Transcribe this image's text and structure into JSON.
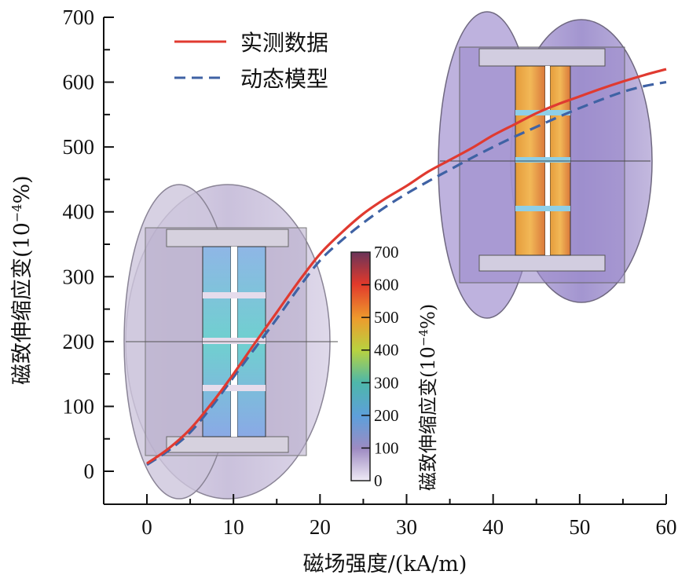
{
  "chart_data": {
    "type": "line",
    "title": "",
    "xlabel": "磁场强度/(kA/m)",
    "ylabel": "磁致伸缩应变(10⁻⁴%)",
    "xlim": [
      -5,
      60
    ],
    "ylim": [
      -50,
      700
    ],
    "x_ticks": [
      0,
      10,
      20,
      30,
      40,
      50,
      60
    ],
    "y_ticks": [
      0,
      100,
      200,
      300,
      400,
      500,
      600,
      700
    ],
    "grid": false,
    "legend_position": "upper left",
    "x": [
      0,
      2.5,
      5,
      7.5,
      10,
      12.5,
      15,
      17.5,
      20,
      22.5,
      25,
      27.5,
      30,
      32.5,
      35,
      37.5,
      40,
      42.5,
      45,
      47.5,
      50,
      52.5,
      55,
      57.5,
      60
    ],
    "series": [
      {
        "name": "实测数据",
        "color": "#e03a30",
        "style": "solid",
        "values": [
          12,
          35,
          65,
          105,
          150,
          198,
          245,
          292,
          335,
          368,
          397,
          420,
          440,
          462,
          480,
          498,
          518,
          535,
          552,
          566,
          578,
          590,
          601,
          611,
          620
        ]
      },
      {
        "name": "动态模型",
        "color": "#3f62a4",
        "style": "dashed",
        "values": [
          10,
          32,
          60,
          100,
          145,
          190,
          235,
          282,
          325,
          356,
          383,
          407,
          428,
          447,
          465,
          483,
          500,
          516,
          531,
          546,
          560,
          573,
          585,
          594,
          600
        ]
      }
    ],
    "colorbar": {
      "title": "磁致伸缩应变(10⁻⁴%)",
      "ticks": [
        0,
        100,
        200,
        300,
        400,
        500,
        600,
        700
      ],
      "colors": [
        "#ece7f4",
        "#9a8ac0",
        "#5aa8dc",
        "#4fb7a8",
        "#b9d442",
        "#ef9a2c",
        "#e33a2a",
        "#6a3358"
      ]
    },
    "insets": [
      {
        "label": "low-field-coil-model",
        "description": "磁致伸缩 cylinder model, low strain (blue/cyan)"
      },
      {
        "label": "high-field-coil-model",
        "description": "磁致伸缩 cylinder model, high strain (orange/red)"
      }
    ]
  },
  "legend": {
    "items": [
      {
        "label": "实测数据",
        "color": "#e03a30",
        "style": "solid"
      },
      {
        "label": "动态模型",
        "color": "#3f62a4",
        "style": "dashed"
      }
    ]
  },
  "axes": {
    "xlabel": "磁场强度/(kA/m)",
    "ylabel": "磁致伸缩应变(10",
    "ylabel_sup": "−4",
    "ylabel_tail": "%)",
    "x_tick_labels": [
      "0",
      "10",
      "20",
      "30",
      "40",
      "50",
      "60"
    ],
    "y_tick_labels": [
      "0",
      "100",
      "200",
      "300",
      "400",
      "500",
      "600",
      "700"
    ]
  },
  "colorbar": {
    "tick_labels": [
      "0",
      "100",
      "200",
      "300",
      "400",
      "500",
      "600",
      "700"
    ],
    "title": "磁致伸缩应变(10",
    "title_sup": "−4",
    "title_tail": "%)"
  }
}
